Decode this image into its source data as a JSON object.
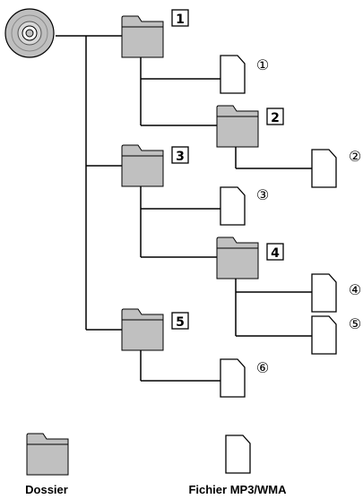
{
  "colors": {
    "folder_fill": "#c0c0c0",
    "line": "#000000",
    "disc": "#bfbfbf"
  },
  "folders": [
    {
      "id": "1",
      "label": "1"
    },
    {
      "id": "2",
      "label": "2"
    },
    {
      "id": "3",
      "label": "3"
    },
    {
      "id": "4",
      "label": "4"
    },
    {
      "id": "5",
      "label": "5"
    }
  ],
  "files": [
    {
      "id": "1",
      "label": "①"
    },
    {
      "id": "2",
      "label": "②"
    },
    {
      "id": "3",
      "label": "③"
    },
    {
      "id": "4",
      "label": "④"
    },
    {
      "id": "5",
      "label": "⑤"
    },
    {
      "id": "6",
      "label": "⑥"
    }
  ],
  "legend": {
    "folder_label": "Dossier",
    "file_label": "Fichier MP3/WMA"
  }
}
